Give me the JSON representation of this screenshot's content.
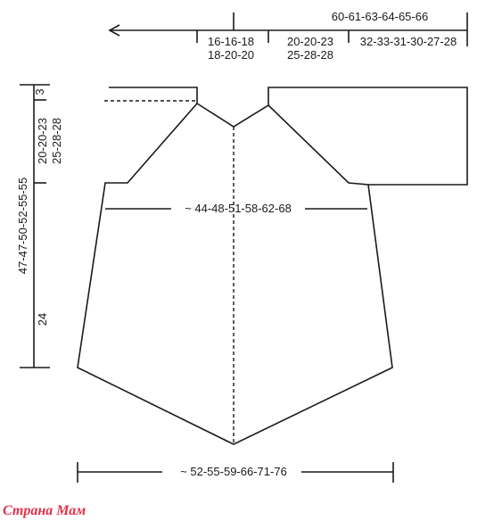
{
  "diagram": {
    "top_total": "60-61-63-64-65-66",
    "neck_width": [
      "16-16-18",
      "18-20-20"
    ],
    "raglan_width": [
      "20-20-23",
      "25-28-28"
    ],
    "sleeve_width": "32-33-31-30-27-28",
    "top_small": "3",
    "raglan_height": [
      "20-20-23",
      "25-28-28"
    ],
    "total_height": "47-47-50-52-55-55",
    "lower_height": "24",
    "chest_width": "~ 44-48-51-58-62-68",
    "bottom_width": "~ 52-55-59-66-71-76"
  },
  "watermark": "Страна Мам"
}
